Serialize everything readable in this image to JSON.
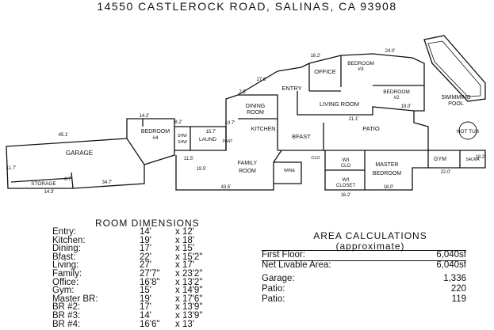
{
  "title": "14550 CASTLEROCK ROAD, SALINAS, CA  93908",
  "plan": {
    "rooms": {
      "garage": "GARAGE",
      "storage": "STORAGE",
      "bedroom4": [
        "BEDROOM",
        "#4"
      ],
      "shw": "SHW",
      "laund": "LAUND",
      "pant": "PANT",
      "dining": [
        "DINING",
        "ROOM"
      ],
      "kitchen": "KITCHEN",
      "entry": "ENTRY",
      "office": "OFFICE",
      "bedroom3": [
        "BEDROOM",
        "#3"
      ],
      "bedroom2": [
        "BEDROOM",
        "#2"
      ],
      "living": "LIVING ROOM",
      "bfast": "BFAST",
      "family": [
        "FAMILY",
        "ROOM"
      ],
      "wine": "WINE",
      "patio": "PATIO",
      "master": [
        "MASTER",
        "BEDROOM"
      ],
      "wi_clo": [
        "W/I",
        "CLO"
      ],
      "wi_closet": [
        "W/I",
        "CLOSET"
      ],
      "gym": "GYM",
      "sauna": "SAUNA",
      "pool": [
        "SWIMMING",
        "POOL"
      ],
      "hot_tub": "HOT TUB",
      "clo": "CLO",
      "shw2": "SHW"
    },
    "dimensions": [
      "45.1'",
      "14.3'",
      "34.7'",
      "11.5'",
      "8.2'",
      "15.7'",
      "14.2'",
      "7.5'",
      "27.6'",
      "16.2'",
      "24.0'",
      "19.0'",
      "21.1'",
      "22.0'",
      "43.5'",
      "16.2'",
      "18.0'",
      "19.5'",
      "10.7'",
      "18.2'",
      "11.7'",
      "8.7'"
    ]
  },
  "room_dimensions": {
    "title": "ROOM DIMENSIONS",
    "rows": [
      {
        "name": "Entry:",
        "a": "14'",
        "b": "x 12'"
      },
      {
        "name": "Kitchen:",
        "a": "19'",
        "b": "x 18'"
      },
      {
        "name": "Dining:",
        "a": "17'",
        "b": "x 15'"
      },
      {
        "name": "Bfast:",
        "a": "22'",
        "b": "x 15'2\""
      },
      {
        "name": "Living:",
        "a": "27'",
        "b": "x 17'"
      },
      {
        "name": "Family:",
        "a": "27'7\"",
        "b": "x 23'2\""
      },
      {
        "name": "Office:",
        "a": "16'8\"",
        "b": "x 13'2\""
      },
      {
        "name": "Gym:",
        "a": "15'",
        "b": "x 14'9\""
      },
      {
        "name": "Master BR:",
        "a": "19'",
        "b": "x 17'6\""
      },
      {
        "name": "BR #2:",
        "a": "17'",
        "b": "x 13'9\""
      },
      {
        "name": "BR #3:",
        "a": "14'",
        "b": "x 13'9\""
      },
      {
        "name": "BR #4:",
        "a": "16'6\"",
        "b": "x 13'"
      }
    ]
  },
  "area_calculations": {
    "title": "AREA CALCULATIONS",
    "subtitle": "(approximate)",
    "first_floor_label": "First Floor:",
    "first_floor_value": "6,040sf",
    "net_label": "Net Livable Area:",
    "net_value": "6,040sf",
    "garage_label": "Garage:",
    "garage_value": "1,336",
    "patio1_label": "Patio:",
    "patio1_value": "220",
    "patio2_label": "Patio:",
    "patio2_value": "119"
  }
}
